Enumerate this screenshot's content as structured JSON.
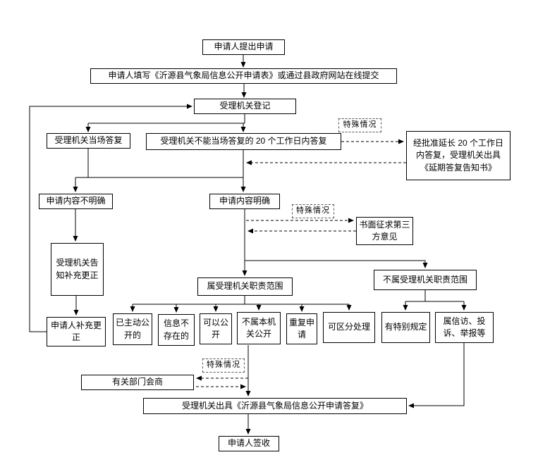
{
  "nodes": {
    "submit": "申请人提出申请",
    "fill_form": "申请人填写《沂源县气象局信息公开申请表》或通过县政府网站在线提交",
    "register": "受理机关登记",
    "onsite_reply": "受理机关当场答复",
    "reply_20days": "受理机关不能当场答复的 20 个工作日内答复",
    "extend_reply": "经批准延长 20 个工作日内答复，受理机关出具《延期答复告知书》",
    "content_unclear": "申请内容不明确",
    "content_clear": "申请内容明确",
    "third_party": "书面征求第三方意见",
    "notify_supplement": "受理机关告知补充更正",
    "in_scope": "属受理机关职责范围",
    "out_scope": "不属受理机关职责范围",
    "already_public": "已主动公开的",
    "not_exist": "信息不存在的",
    "can_public": "可以公开",
    "not_this_org": "不属本机关公开",
    "repeat_apply": "重复申请",
    "separable": "可区分处理",
    "special_rule": "有特别规定",
    "petition": "属信访、投诉、举报等",
    "applicant_supplement": "申请人补充更正",
    "consult": "有关部门会商",
    "issue_reply": "受理机关出具《沂源县气象局信息公开申请答复》",
    "sign": "申请人签收",
    "special_case": "特殊情况"
  }
}
